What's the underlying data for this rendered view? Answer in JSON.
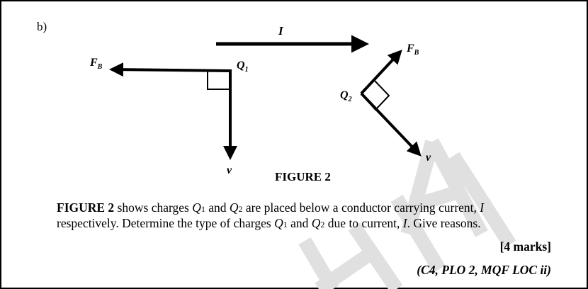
{
  "part_label": "b)",
  "figure": {
    "current_label": "I",
    "force_label": "F",
    "force_sub": "B",
    "velocity_label": "v",
    "q1_label": "Q",
    "q1_sub": "1",
    "q2_label": "Q",
    "q2_sub": "2",
    "caption": "FIGURE 2",
    "watermark": "TIAL",
    "watermark_color": "#e0e0e0"
  },
  "question": {
    "ref": "FIGURE 2",
    "line1_a": " shows charges ",
    "q": "Q",
    "s1": "1",
    "s2": "2",
    "and": " and ",
    "line1_b": " are placed below a conductor carrying current, ",
    "I": "I",
    "line2_a": "respectively. Determine the type of charges ",
    "line2_b": " due to current, ",
    "line2_c": ". Give reasons.",
    "marks": "[4 marks]",
    "outcome": "(C4, PLO 2, MQF LOC ii)"
  }
}
